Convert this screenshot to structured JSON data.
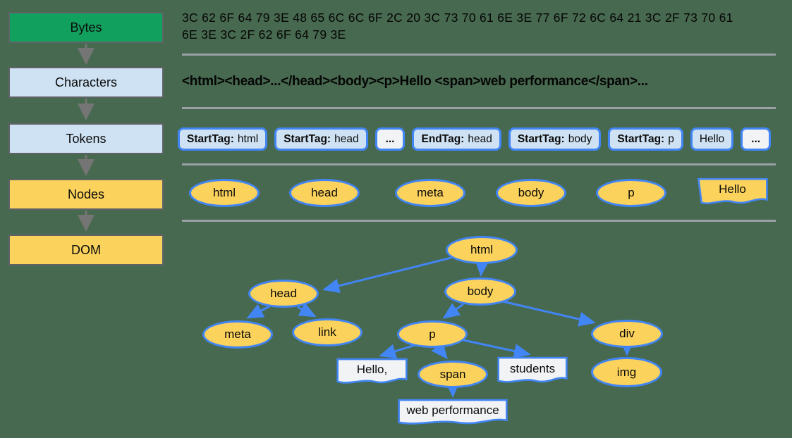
{
  "pipeline": {
    "stages": [
      {
        "label": "Bytes"
      },
      {
        "label": "Characters"
      },
      {
        "label": "Tokens"
      },
      {
        "label": "Nodes"
      },
      {
        "label": "DOM"
      }
    ]
  },
  "bytes_row": {
    "line1": "3C 62 6F 64 79 3E 48 65 6C 6C 6F 2C 20 3C 73 70 61 6E 3E 77 6F 72 6C 64 21 3C 2F 73 70 61",
    "line2": "6E 3E 3C 2F 62 6F 64 79 3E"
  },
  "characters_row": {
    "text": "<html><head>...</head><body><p>Hello <span>web performance</span>..."
  },
  "tokens_row": {
    "tokens": [
      {
        "label": "StartTag:",
        "value": "html"
      },
      {
        "label": "StartTag:",
        "value": "head"
      },
      {
        "label": "...",
        "value": ""
      },
      {
        "label": "EndTag:",
        "value": "head"
      },
      {
        "label": "StartTag:",
        "value": "body"
      },
      {
        "label": "StartTag:",
        "value": "p"
      },
      {
        "label": "",
        "value": "Hello"
      },
      {
        "label": "...",
        "value": ""
      }
    ]
  },
  "nodes_row": {
    "elements": [
      "html",
      "head",
      "meta",
      "body",
      "p"
    ],
    "text_node": "Hello"
  },
  "dom_tree": {
    "elements": {
      "html": "html",
      "head": "head",
      "body": "body",
      "meta": "meta",
      "link": "link",
      "p": "p",
      "span": "span",
      "div": "div",
      "img": "img"
    },
    "text_nodes": {
      "hello": "Hello,",
      "students": "students",
      "web_performance": "web performance"
    }
  },
  "colors": {
    "background": "#47694F",
    "bytes_stage_fill": "#12A05E",
    "stage_blue_fill": "#CFE2F3",
    "stage_yellow_fill": "#FBD25C",
    "token_fill": "#CFE2F3",
    "token_alt_fill": "#F1F3F4",
    "node_fill": "#FBD25C",
    "text_node_fill": "#F1F3F4",
    "blue_border": "#4285F4",
    "divider_gray": "#9AA0A6",
    "connector_gray": "#757575"
  }
}
